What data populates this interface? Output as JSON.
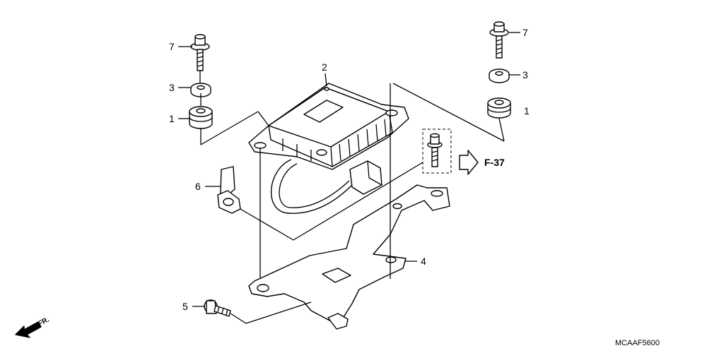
{
  "callouts": {
    "c7_left": "7",
    "c3_left": "3",
    "c1_left": "1",
    "c2": "2",
    "c6": "6",
    "c5": "5",
    "c4": "4",
    "c7_right": "7",
    "c3_right": "3",
    "c1_right": "1"
  },
  "reference": {
    "label": "F-37"
  },
  "direction": {
    "label": "FR."
  },
  "diagram_code": "MCAAF5600"
}
